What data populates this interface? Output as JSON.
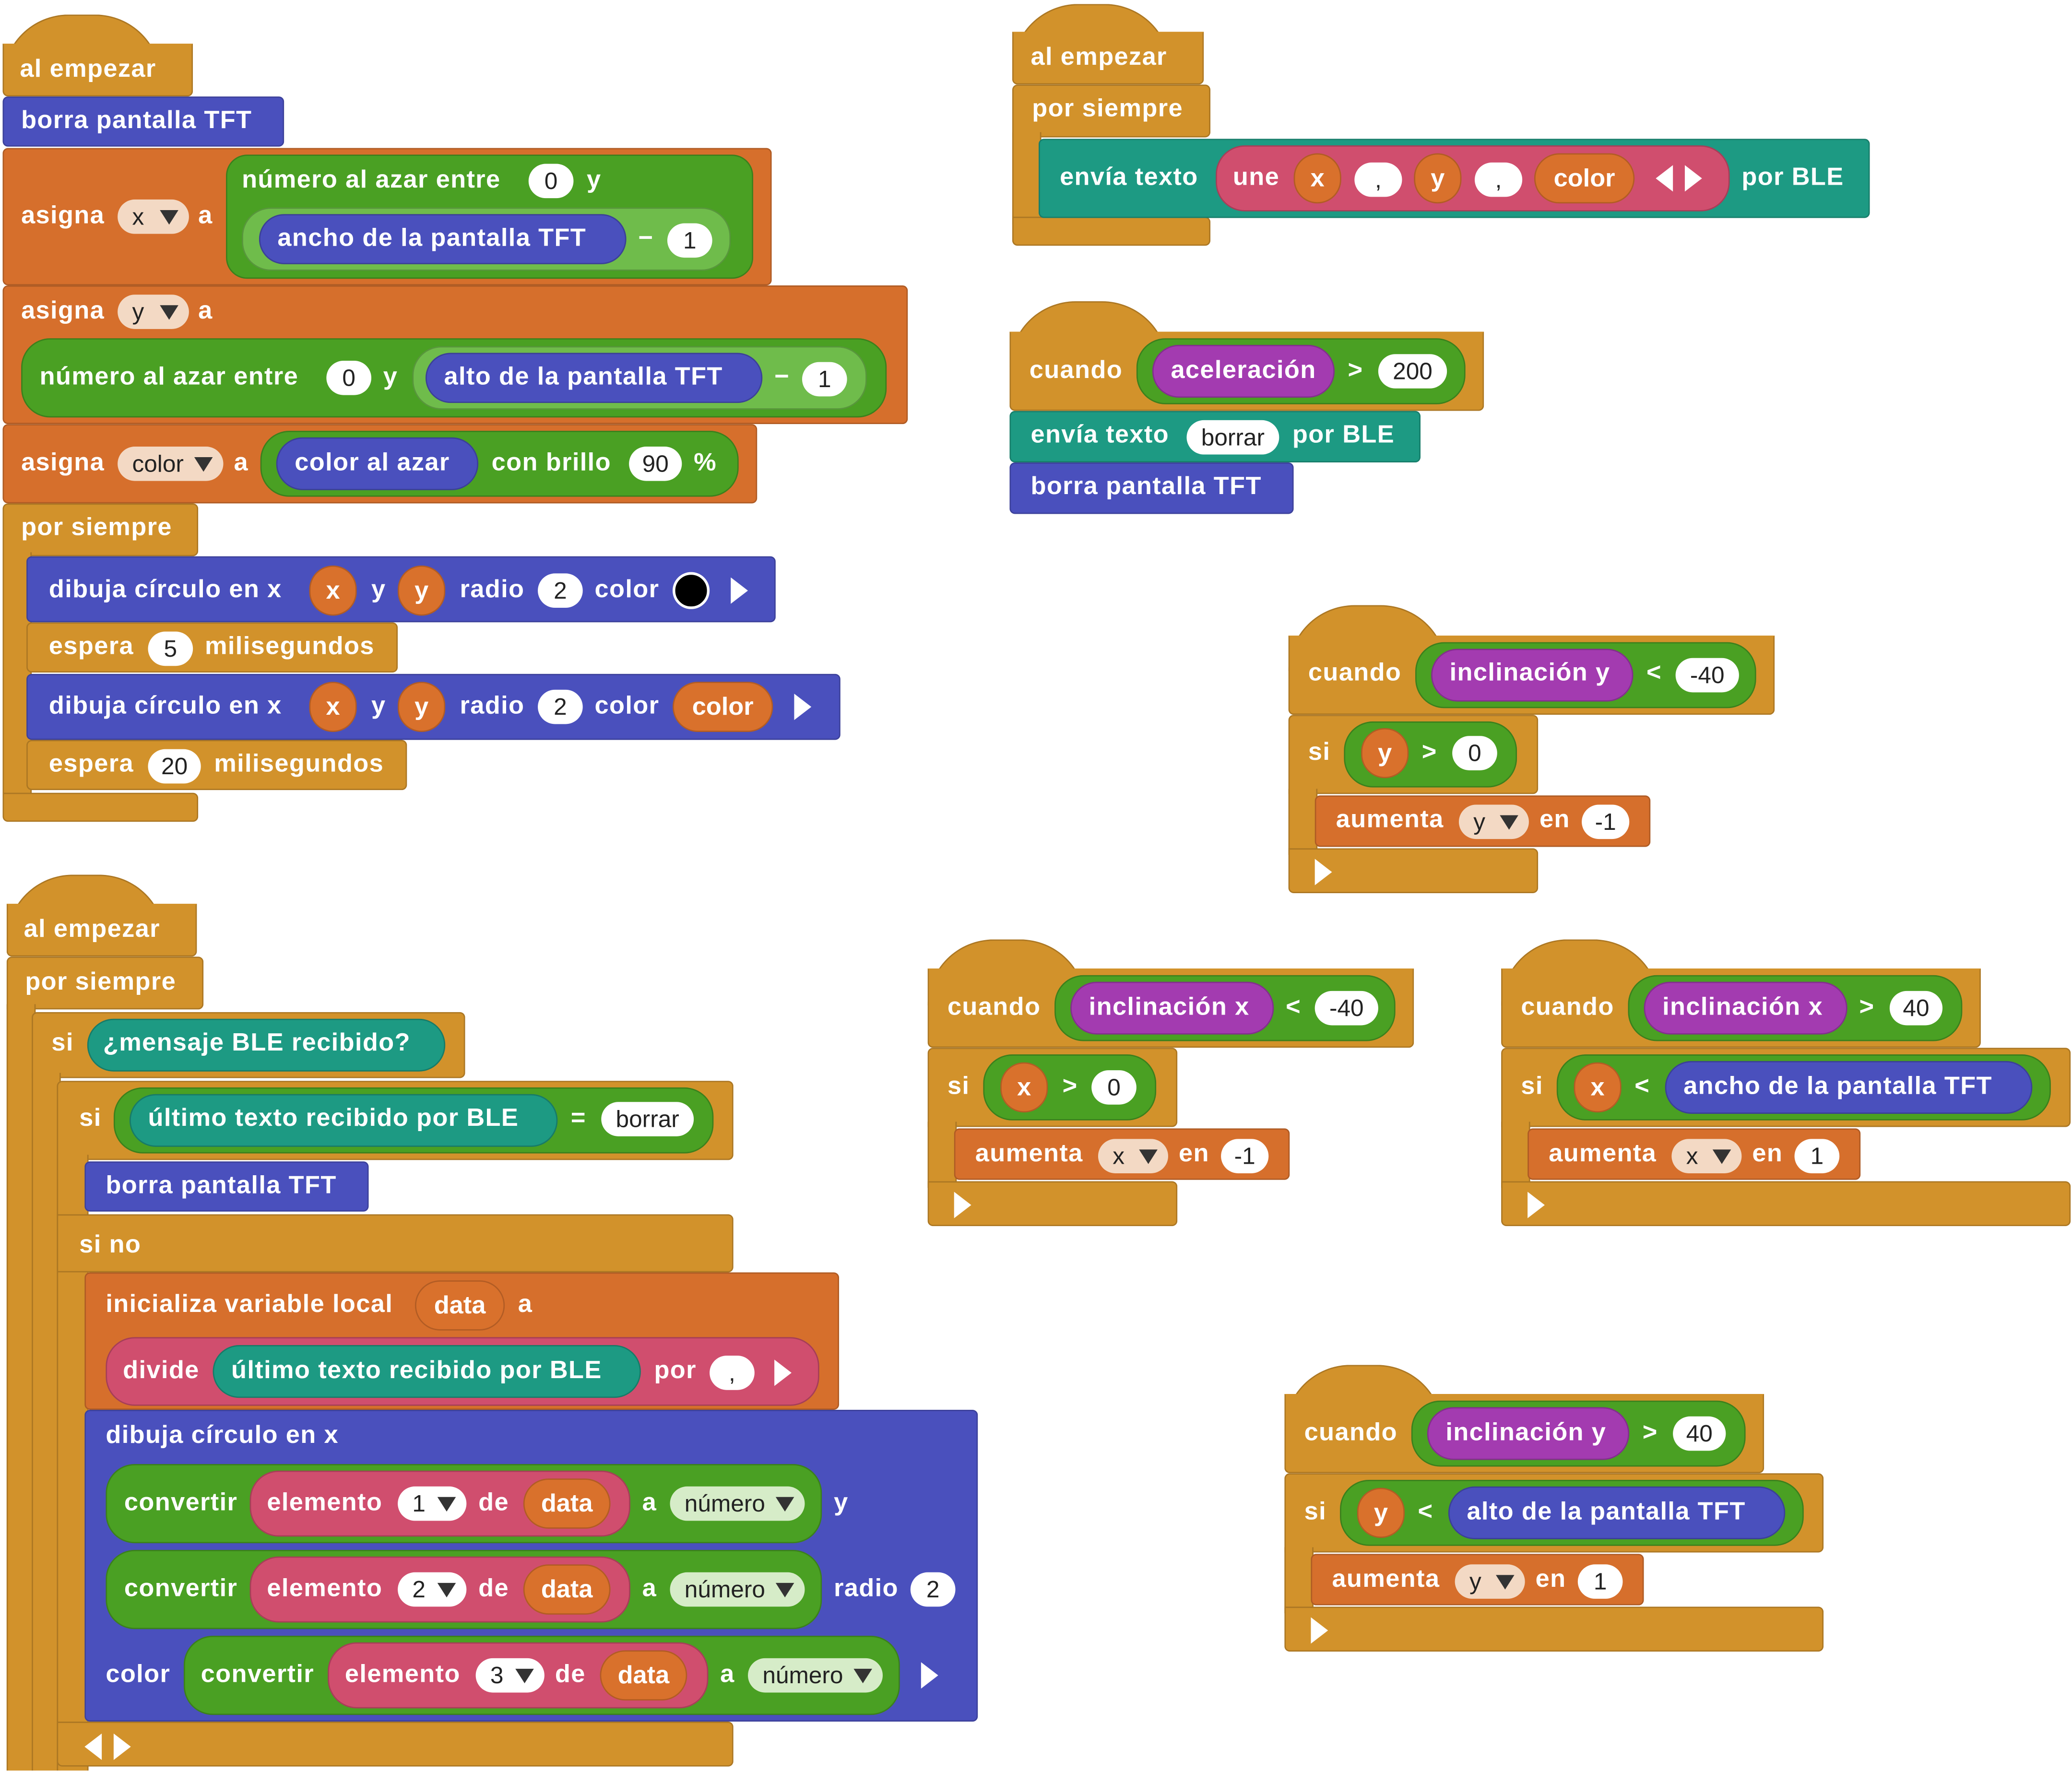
{
  "colors": {
    "control": "#d2922b",
    "variables": "#d66f2c",
    "math": "#4aa023",
    "math_inner": "#6fbc4b",
    "display": "#4a50bd",
    "bluetooth": "#1d9a83",
    "text": "#d04e6e",
    "sensor": "#a33bb0",
    "dropdown_bg": "#f3d9c4",
    "dropdown_green": "#d6ecc8",
    "dropdown_white": "#ffffff"
  },
  "icons": {
    "arrow_right": "triangle-right-icon",
    "arrow_left": "triangle-left-icon",
    "dropdown": "chevron-down-icon",
    "color_swatch": "color-swatch-black"
  },
  "kw": {
    "al_empezar": "al empezar",
    "por_siempre": "por siempre",
    "borra_pantalla": "borra pantalla TFT",
    "asigna": "asigna",
    "a": "a",
    "numero_azar": "número al azar entre",
    "y_word": "y",
    "ancho": "ancho de la pantalla TFT",
    "alto": "alto de la pantalla TFT",
    "minus": "−",
    "color_azar": "color al azar",
    "con_brillo": "con brillo",
    "percent": "%",
    "dibuja_circulo": "dibuja círculo en x",
    "radio": "radio",
    "color": "color",
    "espera": "espera",
    "milisegundos": "milisegundos",
    "si": "si",
    "si_no": "si no",
    "mensaje_ble": "¿mensaje BLE recibido?",
    "ultimo_texto": "último texto recibido por BLE",
    "eq": "=",
    "inicializa": "inicializa variable local",
    "divide": "divide",
    "por": "por",
    "convertir": "convertir",
    "elemento": "elemento",
    "de": "de",
    "numero": "número",
    "envia_texto": "envía texto",
    "une": "une",
    "por_ble": "por BLE",
    "cuando": "cuando",
    "aceleracion": "aceleración",
    "gt": ">",
    "lt": "<",
    "inclinacion_x": "inclinación x",
    "inclinacion_y": "inclinación y",
    "aumenta": "aumenta",
    "en": "en"
  },
  "vars": {
    "x": "x",
    "y": "y",
    "color": "color",
    "data": "data"
  },
  "values": {
    "zero": "0",
    "one": "1",
    "minus_one": "-1",
    "two": "2",
    "three": "3",
    "five": "5",
    "twenty": "20",
    "ninety": "90",
    "two_hundred": "200",
    "minus_forty": "-40",
    "forty": "40",
    "comma": ",",
    "borrar": "borrar"
  }
}
